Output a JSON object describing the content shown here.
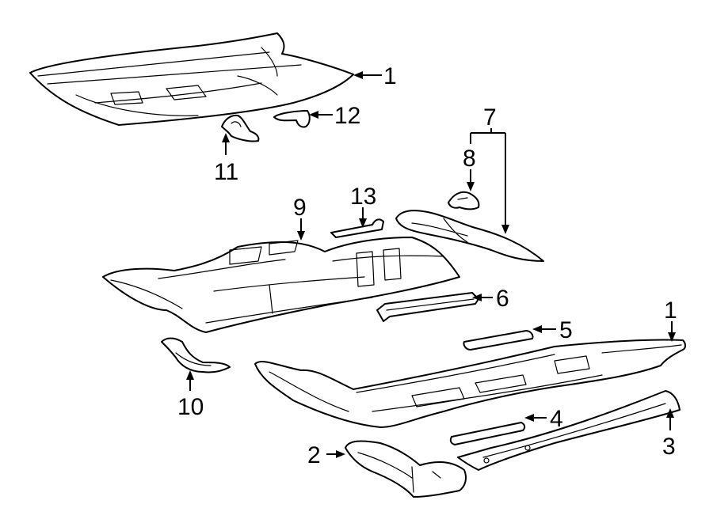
{
  "callouts": {
    "c1_top": "1",
    "c1_right": "1",
    "c2": "2",
    "c3": "3",
    "c4": "4",
    "c5": "5",
    "c6": "6",
    "c7": "7",
    "c8": "8",
    "c9": "9",
    "c10": "10",
    "c11": "11",
    "c12": "12",
    "c13": "13"
  }
}
